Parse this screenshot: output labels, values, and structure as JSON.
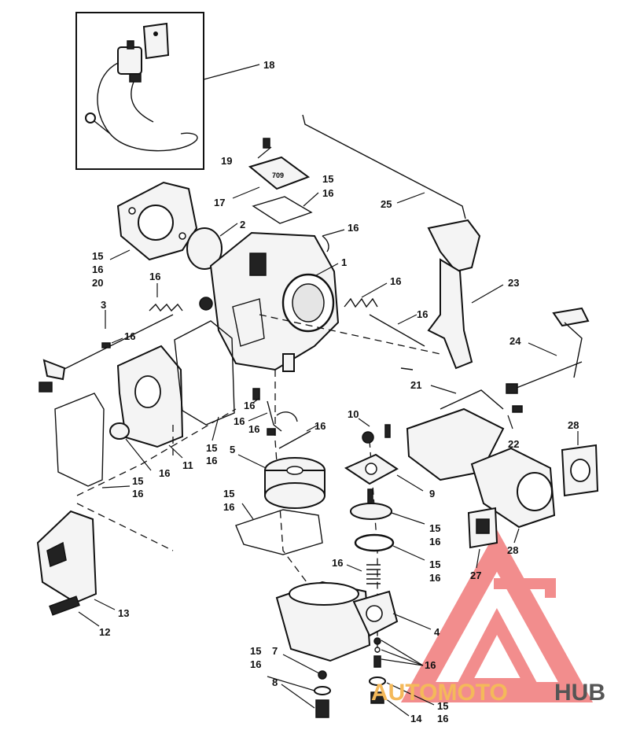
{
  "callouts": [
    {
      "id": "c18a",
      "text": "18"
    },
    {
      "id": "c19",
      "text": "19"
    },
    {
      "id": "c17",
      "text": "17"
    },
    {
      "id": "c15a",
      "text": "15"
    },
    {
      "id": "c16a",
      "text": "16"
    },
    {
      "id": "c25",
      "text": "25"
    },
    {
      "id": "c2",
      "text": "2"
    },
    {
      "id": "c16b",
      "text": "16"
    },
    {
      "id": "c15b",
      "text": "15"
    },
    {
      "id": "c16c",
      "text": "16"
    },
    {
      "id": "c20",
      "text": "20"
    },
    {
      "id": "c1",
      "text": "1"
    },
    {
      "id": "c16d",
      "text": "16"
    },
    {
      "id": "c16e",
      "text": "16"
    },
    {
      "id": "c16f",
      "text": "16"
    },
    {
      "id": "c23",
      "text": "23"
    },
    {
      "id": "c3",
      "text": "3"
    },
    {
      "id": "c16g",
      "text": "16"
    },
    {
      "id": "c24",
      "text": "24"
    },
    {
      "id": "c21",
      "text": "21"
    },
    {
      "id": "c16h",
      "text": "16"
    },
    {
      "id": "c11",
      "text": "11"
    },
    {
      "id": "c15c",
      "text": "15"
    },
    {
      "id": "c16i",
      "text": "16"
    },
    {
      "id": "c16j",
      "text": "16"
    },
    {
      "id": "c16k",
      "text": "16"
    },
    {
      "id": "c16l",
      "text": "16"
    },
    {
      "id": "c10",
      "text": "10"
    },
    {
      "id": "c22",
      "text": "22"
    },
    {
      "id": "c28a",
      "text": "28"
    },
    {
      "id": "c5",
      "text": "5"
    },
    {
      "id": "c16m",
      "text": "16"
    },
    {
      "id": "c9",
      "text": "9"
    },
    {
      "id": "c15d",
      "text": "15"
    },
    {
      "id": "c16n",
      "text": "16"
    },
    {
      "id": "c15e",
      "text": "15"
    },
    {
      "id": "c16o",
      "text": "16"
    },
    {
      "id": "c15f",
      "text": "15"
    },
    {
      "id": "c16p",
      "text": "16"
    },
    {
      "id": "c16q",
      "text": "16"
    },
    {
      "id": "c15g",
      "text": "15"
    },
    {
      "id": "c16r",
      "text": "16"
    },
    {
      "id": "c27",
      "text": "27"
    },
    {
      "id": "c28b",
      "text": "28"
    },
    {
      "id": "c13",
      "text": "13"
    },
    {
      "id": "c4",
      "text": "4"
    },
    {
      "id": "c12",
      "text": "12"
    },
    {
      "id": "c15h",
      "text": "15"
    },
    {
      "id": "c16s",
      "text": "16"
    },
    {
      "id": "c7",
      "text": "7"
    },
    {
      "id": "c16t",
      "text": "16"
    },
    {
      "id": "c8",
      "text": "8"
    },
    {
      "id": "c15i",
      "text": "15"
    },
    {
      "id": "c16u",
      "text": "16"
    },
    {
      "id": "c14",
      "text": "14"
    }
  ],
  "part_stamp": "709",
  "watermark": {
    "part1": "AUTOMOTO",
    "part2": "HUB",
    "color_primary": "#f07a7a",
    "color_secondary": "#f4b95a",
    "color_text2": "#555555"
  }
}
